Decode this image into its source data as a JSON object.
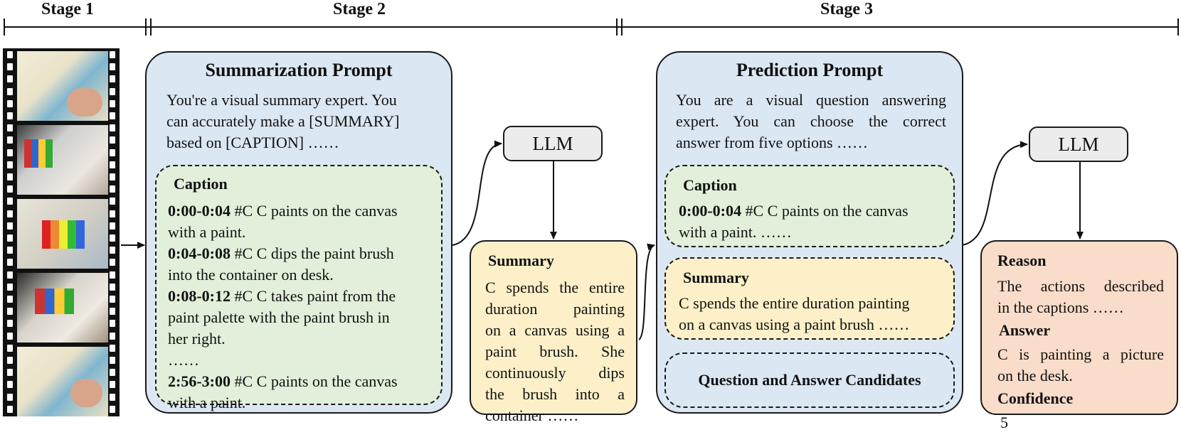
{
  "stages": {
    "s1": "Stage 1",
    "s2": "Stage 2",
    "s3": "Stage 3"
  },
  "summarization_prompt": {
    "title": "Summarization Prompt",
    "intro_l1": "You're a visual summary expert. You",
    "intro_l2": "can accurately make a [SUMMARY]",
    "intro_l3": "based on [CAPTION] ……",
    "caption_title": "Caption",
    "entries": [
      {
        "time": "0:00-0:04",
        "l1": " #C C paints on the canvas",
        "l2": "with a paint."
      },
      {
        "time": "0:04-0:08",
        "l1": " #C C dips the paint brush",
        "l2": "into the container on desk."
      },
      {
        "time": "0:08-0:12",
        "l1": " #C C takes paint from the",
        "l2": "paint palette with the paint brush in",
        "l3": "her right."
      },
      {
        "ellipsis": "……"
      },
      {
        "time": "2:56-3:00",
        "l1": " #C C paints on the canvas",
        "l2": "with a paint."
      }
    ]
  },
  "llm1": "LLM",
  "summary_box": {
    "title": "Summary",
    "lines": [
      "C spends the entire",
      "duration painting",
      "on a canvas using a",
      "paint brush. She",
      "continuously dips",
      "the brush into a",
      "container ……"
    ]
  },
  "prediction_prompt": {
    "title": "Prediction Prompt",
    "intro_l1": "You are a visual question answering",
    "intro_l2": "expert. You can choose the correct",
    "intro_l3": "answer from five options ……",
    "caption_title": "Caption",
    "caption_time": "0:00-0:04",
    "caption_l1": " #C C paints on the canvas",
    "caption_l2": "with a paint. ……",
    "summary_title": "Summary",
    "summary_l1": "C spends the entire duration painting",
    "summary_l2": "on a canvas using a paint brush ……",
    "qa_title": "Question and Answer Candidates"
  },
  "llm2": "LLM",
  "output_box": {
    "reason_title": "Reason",
    "reason_l1": "The actions described",
    "reason_l2": "in the captions ……",
    "answer_title": "Answer",
    "answer_l1": "C is painting a picture",
    "answer_l2": "on the desk.",
    "confidence_title": "Confidence",
    "confidence_value": "5"
  },
  "colors": {
    "prompt_blue": "#dbe7f3",
    "caption_green": "#e2efda",
    "summary_yellow": "#fdf0c8",
    "output_peach": "#f9dcc9",
    "llm_gray": "#ececec"
  }
}
